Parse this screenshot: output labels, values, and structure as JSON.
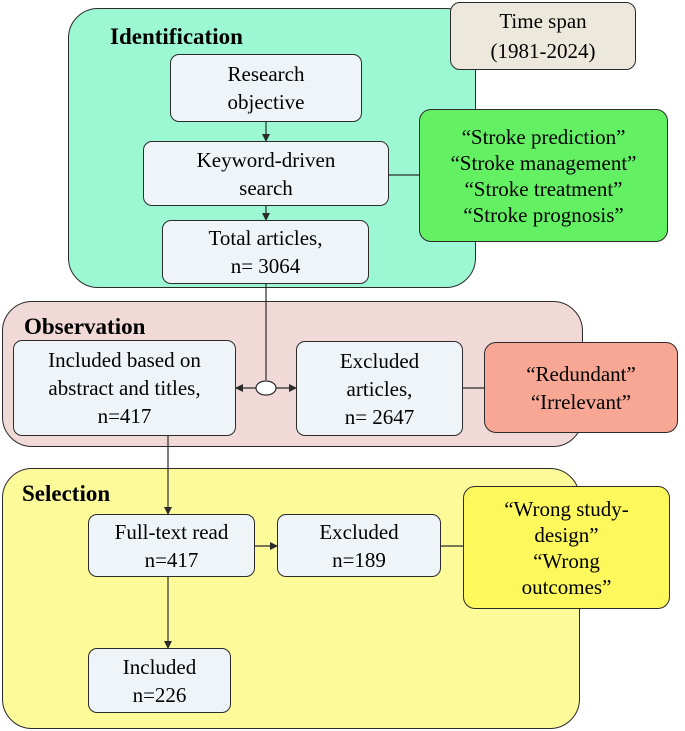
{
  "colors": {
    "identification_panel": "#9cf8d3",
    "observation_panel": "#f0d9d7",
    "selection_panel": "#fdfa9a",
    "box_fill": "#eef4f8",
    "time_span_fill": "#ede8dc",
    "keywords_fill": "#63f063",
    "exclusion_reasons_fill": "#f7a794",
    "design_reasons_fill": "#fdf85c",
    "border": "#2b2b2b"
  },
  "identification": {
    "title": "Identification",
    "research_objective": [
      "Research",
      "objective"
    ],
    "keyword_search": [
      "Keyword-driven",
      "search"
    ],
    "total_articles": [
      "Total articles,",
      "n= 3064"
    ]
  },
  "time_span": [
    "Time span",
    "(1981-2024)"
  ],
  "keywords": [
    "“Stroke prediction”",
    "“Stroke management”",
    "“Stroke treatment”",
    "“Stroke prognosis”"
  ],
  "observation": {
    "title": "Observation",
    "included": [
      "Included based on",
      "abstract and titles,",
      "n=417"
    ],
    "excluded": [
      "Excluded",
      "articles,",
      "n= 2647"
    ],
    "reasons": [
      "“Redundant”",
      "“Irrelevant”"
    ]
  },
  "selection": {
    "title": "Selection",
    "full_text": [
      "Full-text read",
      "n=417"
    ],
    "excluded": [
      "Excluded",
      "n=189"
    ],
    "reasons": [
      "“Wrong study-",
      "design”",
      "“Wrong",
      "outcomes”"
    ],
    "included": [
      "Included",
      "n=226"
    ]
  }
}
